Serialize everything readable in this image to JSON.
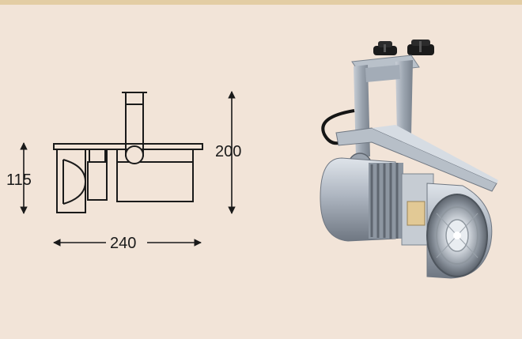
{
  "colors": {
    "background": "#f2e4d8",
    "top_band": "#e3cda4",
    "line": "#1a1a1a",
    "fixture_body": "#a9b2bd",
    "fixture_shadow": "#6f7782",
    "fixture_highlight": "#e3e8ee",
    "knob": "#1b1b1b"
  },
  "dimensions": {
    "height_small": "115",
    "height_total": "200",
    "width": "240"
  },
  "illustration": {
    "icon": "track-spotlight-photo-icon"
  }
}
